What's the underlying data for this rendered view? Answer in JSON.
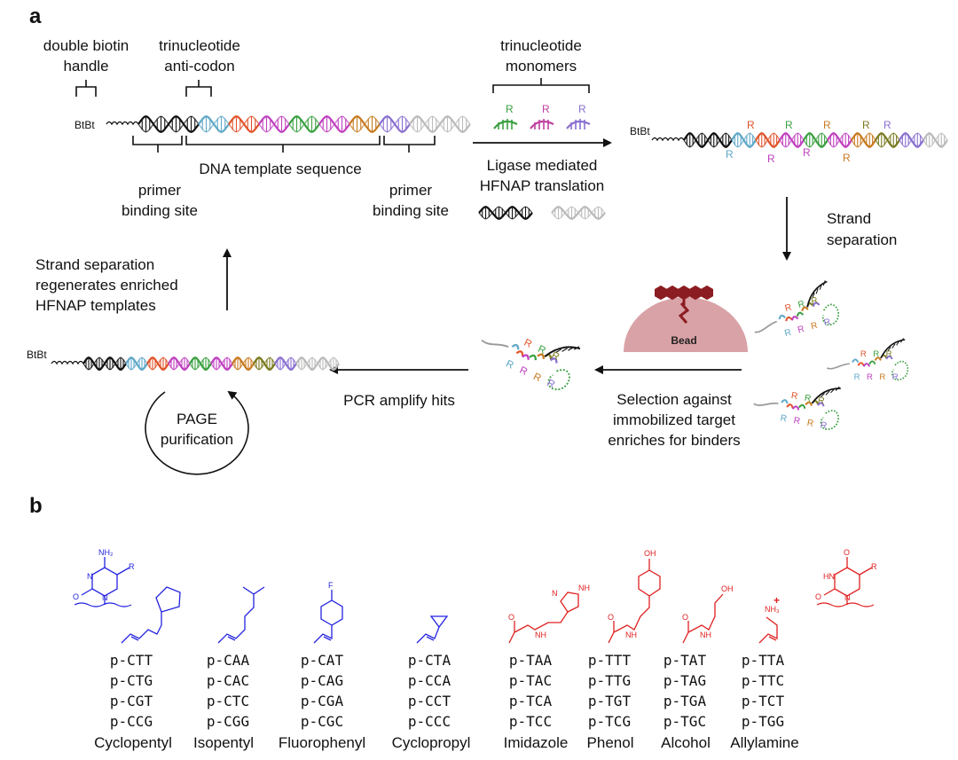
{
  "panel_a": {
    "label": "a",
    "handle_label_1": "double biotin",
    "handle_label_2": "handle",
    "anticodon_label_1": "trinucleotide",
    "anticodon_label_2": "anti-codon",
    "btbt": "BtBt",
    "template_label": "DNA template sequence",
    "primer_left_1": "primer",
    "primer_left_2": "binding site",
    "primer_right_1": "primer",
    "primer_right_2": "binding site",
    "monomers_label_1": "trinucleotide",
    "monomers_label_2": "monomers",
    "r": "R",
    "ligase_label_1": "Ligase mediated",
    "ligase_label_2": "HFNAP translation",
    "strand_sep_1": "Strand",
    "strand_sep_2": "separation",
    "bead_label": "Bead",
    "selection_1": "Selection against",
    "selection_2": "immobilized target",
    "selection_3": "enriches for binders",
    "pcr_label": "PCR amplify hits",
    "page_1": "PAGE",
    "page_2": "purification",
    "regen_1": "Strand separation",
    "regen_2": "regenerates enriched",
    "regen_3": "HFNAP templates"
  },
  "panel_b": {
    "label": "b",
    "groups": [
      {
        "name": "Cyclopentyl",
        "codons": [
          "p-CTT",
          "p-CTG",
          "p-CGT",
          "p-CCG"
        ],
        "color": "#2323e0"
      },
      {
        "name": "Isopentyl",
        "codons": [
          "p-CAA",
          "p-CAC",
          "p-CTC",
          "p-CGG"
        ],
        "color": "#2323e0"
      },
      {
        "name": "Fluorophenyl",
        "codons": [
          "p-CAT",
          "p-CAG",
          "p-CGA",
          "p-CGC"
        ],
        "color": "#2323e0"
      },
      {
        "name": "Cyclopropyl",
        "codons": [
          "p-CTA",
          "p-CCA",
          "p-CCT",
          "p-CCC"
        ],
        "color": "#2323e0"
      },
      {
        "name": "Imidazole",
        "codons": [
          "p-TAA",
          "p-TAC",
          "p-TCA",
          "p-TCC"
        ],
        "color": "#e02020"
      },
      {
        "name": "Phenol",
        "codons": [
          "p-TTT",
          "p-TTG",
          "p-TGT",
          "p-TCG"
        ],
        "color": "#e02020"
      },
      {
        "name": "Alcohol",
        "codons": [
          "p-TAT",
          "p-TAG",
          "p-TGA",
          "p-TGC"
        ],
        "color": "#e02020"
      },
      {
        "name": "Allylamine",
        "codons": [
          "p-TTA",
          "p-TTC",
          "p-TCT",
          "p-TGG"
        ],
        "color": "#e02020"
      }
    ],
    "chem": {
      "nh2": "NH₂",
      "n": "N",
      "o": "O",
      "r": "R",
      "f": "F",
      "nh": "NH",
      "oh": "OH",
      "hn": "HN",
      "nh3": "NH₃",
      "plus": "+"
    }
  },
  "colors": {
    "blue": "#2323e0",
    "red": "#e02020",
    "bead": "#d9a2a6",
    "bead_dark": "#8b1d22",
    "helix": [
      "#111111",
      "#5fa8c8",
      "#e0542a",
      "#c040c0",
      "#3aa040",
      "#c87a20",
      "#7a7a20",
      "#8a70d0",
      "#aaaaaa"
    ]
  }
}
